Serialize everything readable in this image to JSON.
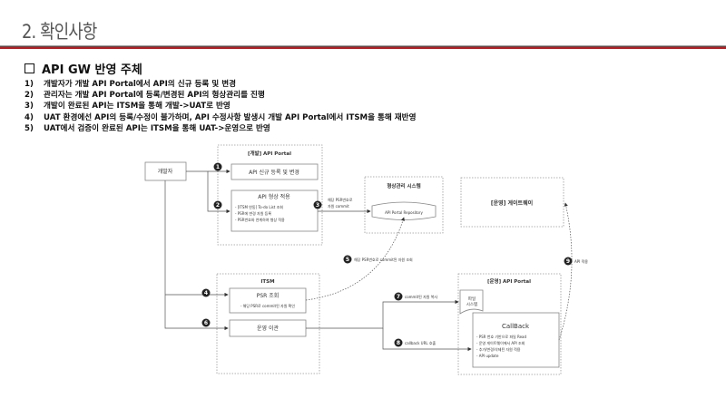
{
  "header": {
    "title": "2. 확인사항"
  },
  "section": {
    "title": "API GW 반영 주체"
  },
  "items": [
    {
      "num": "1)",
      "text": "개발자가 개발 API Portal에서 API의 신규 등록 및 변경"
    },
    {
      "num": "2)",
      "text": "관리자는 개발 API Portal에 등록/변경된 API의 형상관리를 진행"
    },
    {
      "num": "3)",
      "text": "개발이 완료된 API는 ITSM을 통해 개발->UAT로 반영"
    },
    {
      "num": "4)",
      "text": "UAT 환경에선 API의 등록/수정이 불가하며, API 수정사항 발생시 개발 API Portal에서 ITSM을 통해 재반영"
    },
    {
      "num": "5)",
      "text": "UAT에서 검증이 완료된 API는 ITSM을 통해 UAT->운영으로 반영"
    }
  ],
  "diagram": {
    "developer": "개발자",
    "dev_portal": {
      "title": "[개발] API Portal",
      "register": "API 신규 등록 및 변경",
      "apply_title": "API 형상 적용",
      "apply_lines": [
        "- [ITSM 연동] To-do List 조회",
        "- PSR에 변경 자원 등록",
        "- PSR번호와 연계하여 형상 적용"
      ]
    },
    "scm": {
      "title": "형상관리 시스템",
      "repo": "API Portal Repository"
    },
    "itsm": {
      "title": "ITSM",
      "psr_title": "PSR 조회",
      "psr_line": "- 해당 PSR로 commit된 자원 확인",
      "transfer": "운영 이관"
    },
    "prod_gw": {
      "title": "[운영] 게이트웨이"
    },
    "prod_portal": {
      "title": "[운영] API Portal",
      "fs": [
        "파일",
        "시스템"
      ],
      "callback_title": "CallBack",
      "callback_lines": [
        "- PSR 번호 기반으로 파일 Read",
        "- 운영 게이트웨이에서 API 조회",
        "- 추가/변경/삭제된 자원 적용",
        "- API update"
      ]
    },
    "steps": {
      "s1": "1",
      "s2": "2",
      "s3": "3",
      "s4": "4",
      "s5": "5",
      "s6": "6",
      "s7": "7",
      "s8": "8",
      "s9": "9"
    },
    "labels": {
      "l3a": "해당 PSR번호로",
      "l3b": "자원 commit",
      "l5": "해당 PSR번호로 commit된 자원 조회",
      "l7": "commit된 자원 복사",
      "l8": "callback URL 호출",
      "l9": "API 적용"
    }
  }
}
